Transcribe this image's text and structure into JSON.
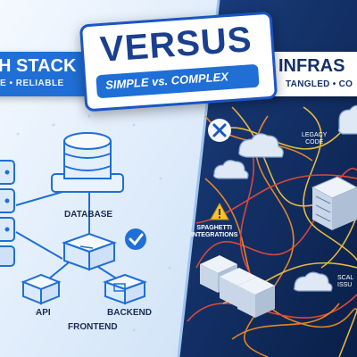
{
  "left": {
    "title": "H STACK",
    "subtitle": "E • RELIABLE",
    "labels": {
      "database": "DATABASE",
      "api": "API",
      "frontend": "FRONTEND",
      "backend": "BACKEND"
    }
  },
  "center": {
    "title": "VERSUS",
    "subtitle": "SIMPLE vs. COMPLEX"
  },
  "right": {
    "title": "INFRAS",
    "subtitle": "TANGLED • CO",
    "labels": {
      "legacy": "LEGACY\nCODE",
      "spaghetti": "SPAGHETTI\nINTEGRATIONS",
      "scal": "SCAL\nISSU"
    }
  },
  "colors": {
    "left_bg": "#eaf3fc",
    "right_bg": "#0f2a5c",
    "accent": "#1f6fd6",
    "wire_colors": [
      "#f0c040",
      "#e24a3b",
      "#f08a24"
    ]
  },
  "icons": [
    "check-icon",
    "close-icon",
    "warning-icon",
    "database-icon",
    "server-icon",
    "cloud-icon"
  ]
}
